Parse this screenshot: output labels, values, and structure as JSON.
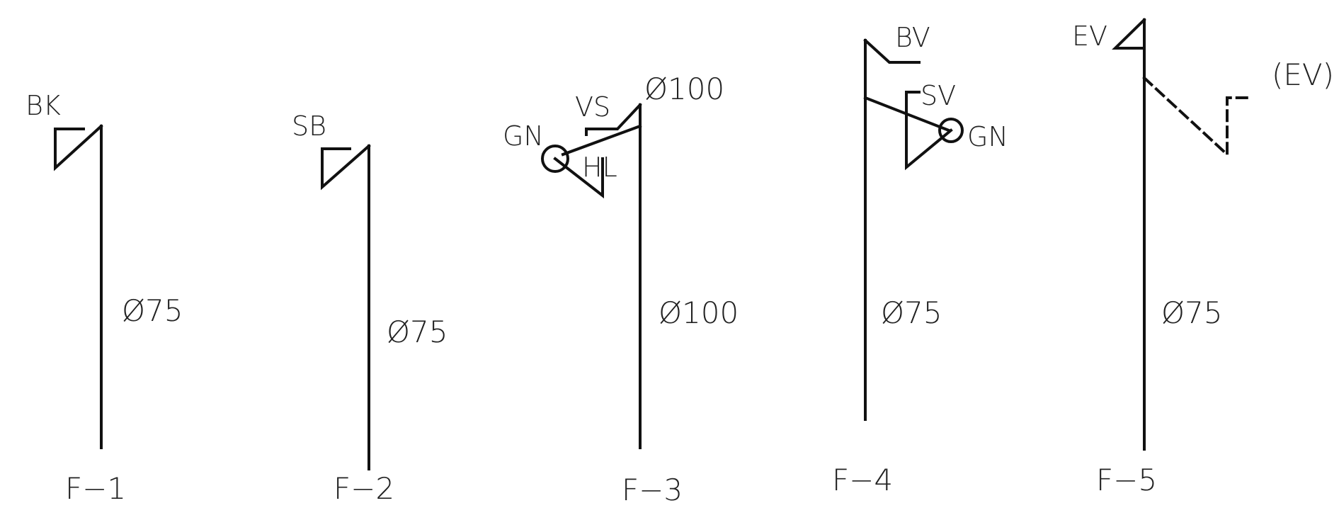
{
  "colors": {
    "stroke": "#111111",
    "text": "#222222",
    "background": "#ffffff"
  },
  "risers": [
    {
      "id": "F-1",
      "label": "F−1",
      "diameter": "Ø75",
      "fittings": [
        "BK"
      ]
    },
    {
      "id": "F-2",
      "label": "F−2",
      "diameter": "Ø75",
      "fittings": [
        "SB"
      ]
    },
    {
      "id": "F-3",
      "label": "F−3",
      "diameter": "Ø100",
      "top_diameter": "Ø100",
      "fittings": [
        "VS",
        "GN",
        "HL"
      ]
    },
    {
      "id": "F-4",
      "label": "F−4",
      "diameter": "Ø75",
      "fittings": [
        "BV",
        "SV",
        "GN"
      ]
    },
    {
      "id": "F-5",
      "label": "F−5",
      "diameter": "Ø75",
      "fittings": [
        "EV",
        "(EV)"
      ]
    }
  ]
}
